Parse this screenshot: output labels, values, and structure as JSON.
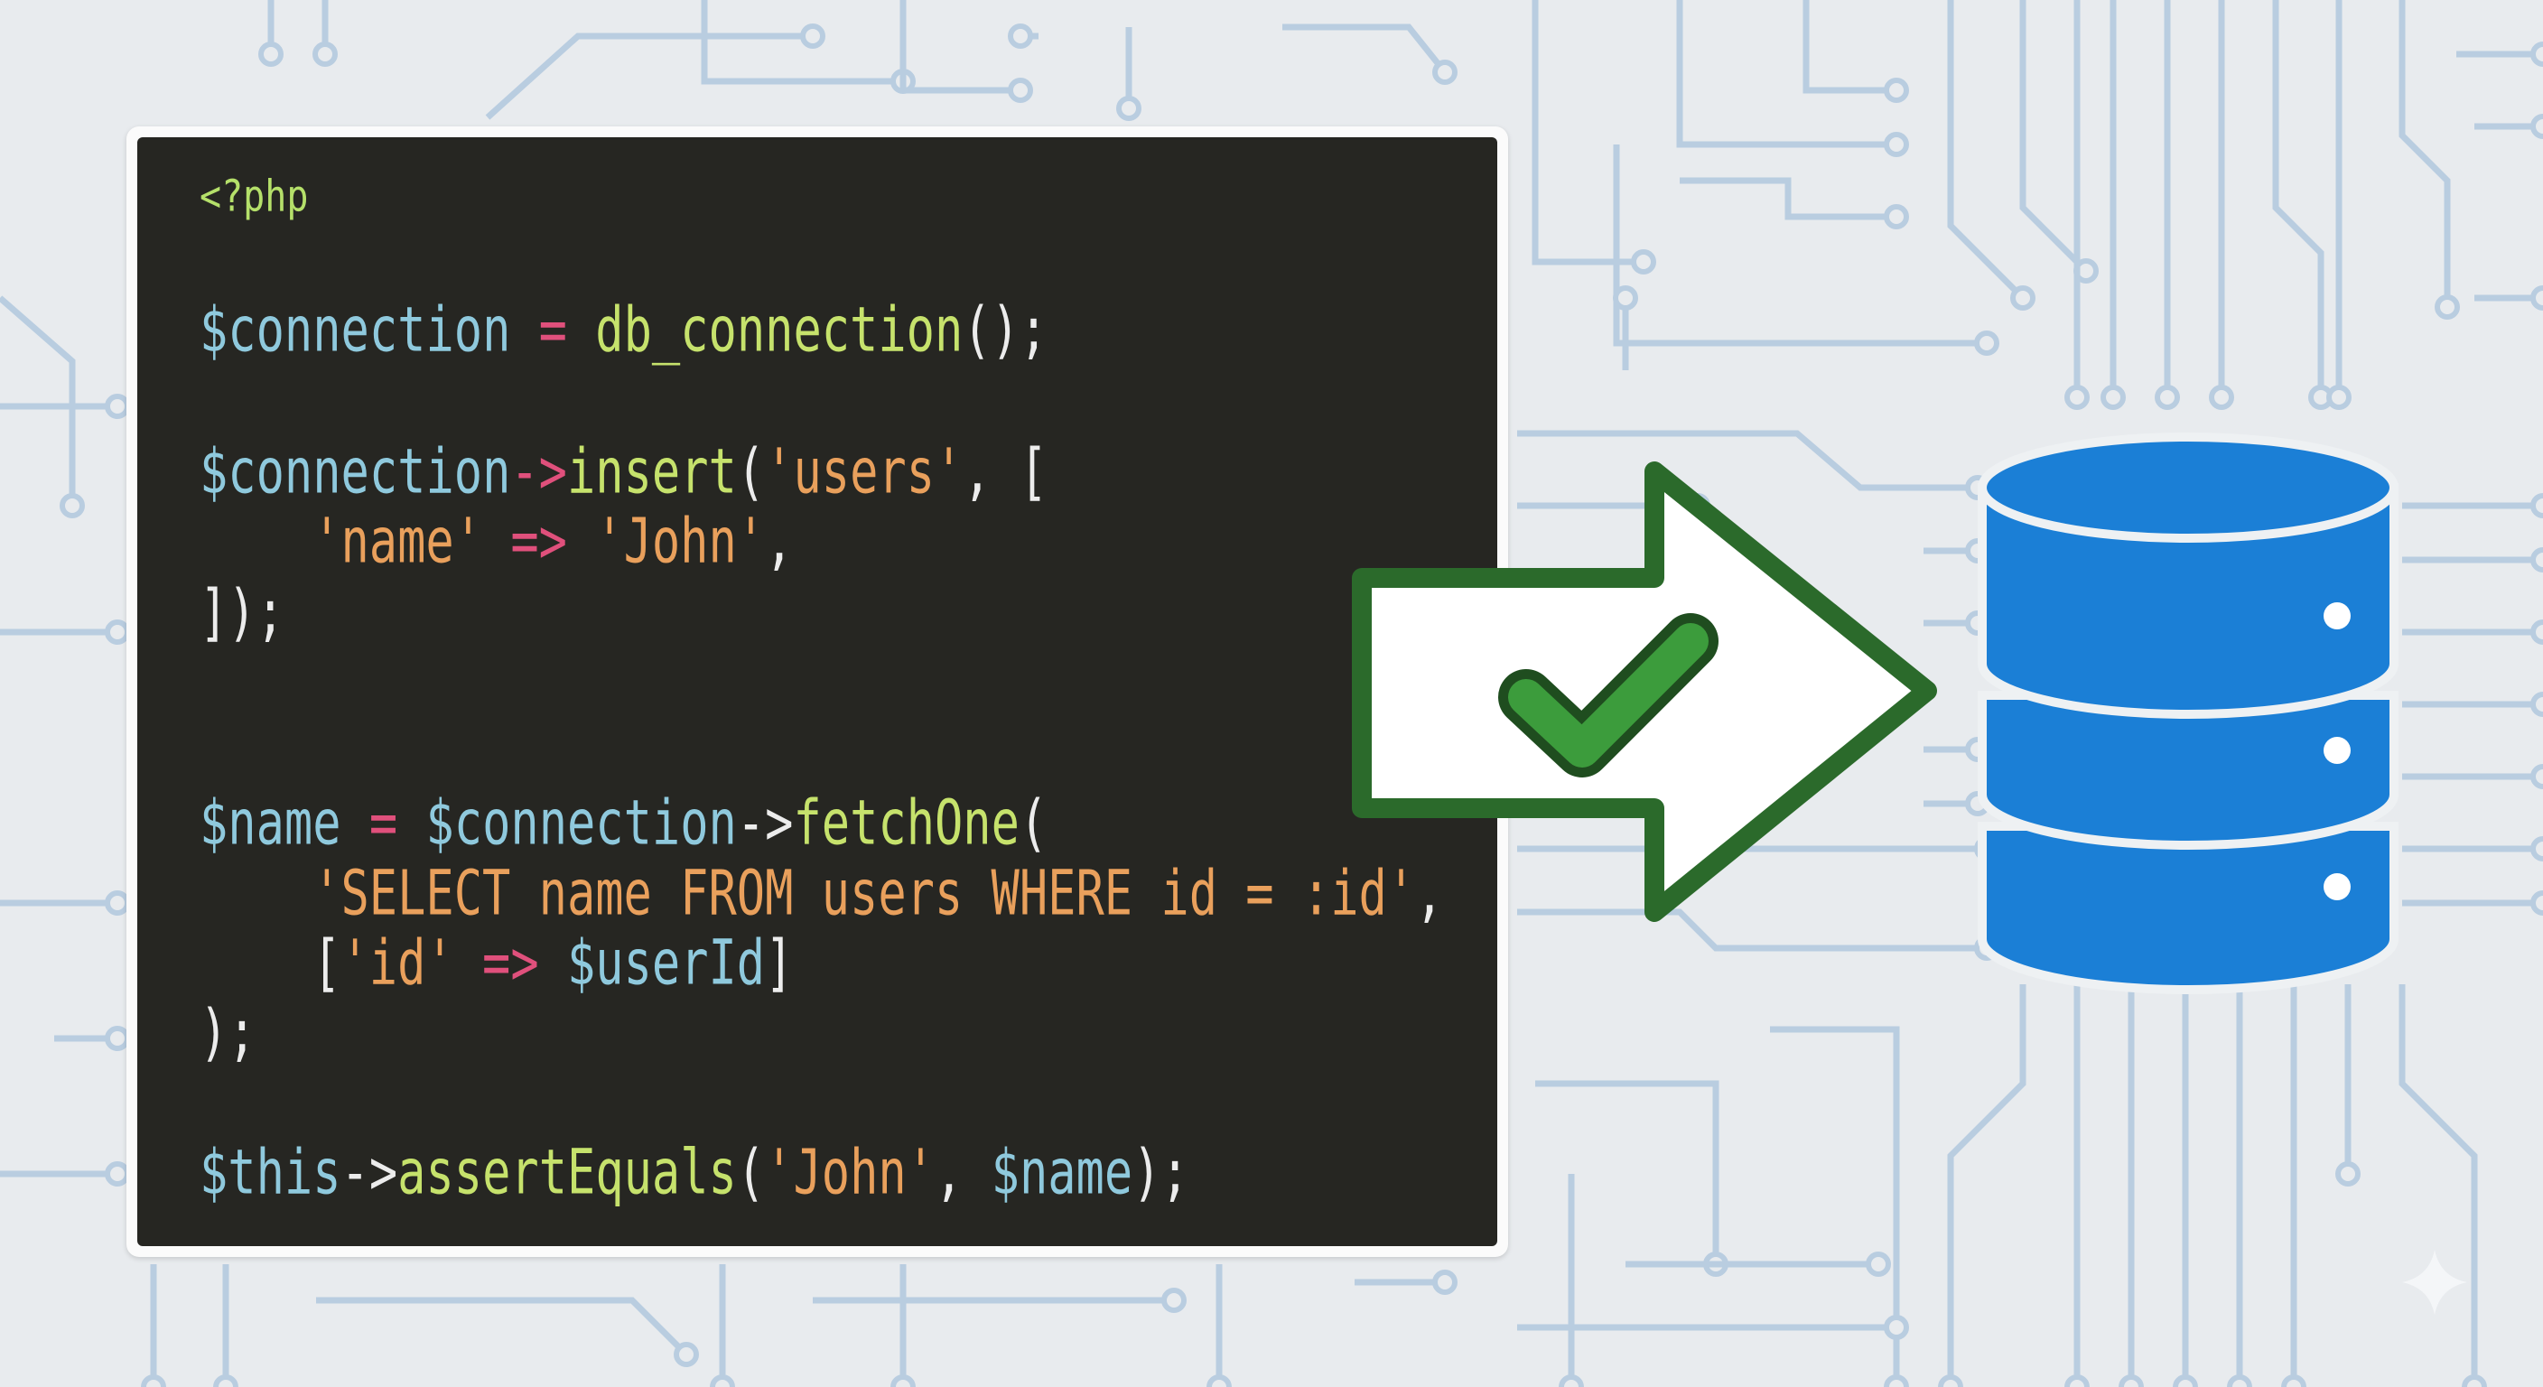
{
  "colors": {
    "background": "#e8ebee",
    "circuit": "#b9cde0",
    "editor_bg": "#262622",
    "variable": "#8fc9dd",
    "function": "#c6e26c",
    "string": "#e9a05c",
    "operator": "#e0507c",
    "punct": "#ececec",
    "tag": "#b5e06a",
    "arrow_stroke": "#2b6a2b",
    "check": "#3c9c3c",
    "database": "#1b7fd6"
  },
  "icons": {
    "arrow": "arrow-right-icon",
    "check": "checkmark-icon",
    "database": "database-icon"
  },
  "code": {
    "lines": [
      {
        "indent": 0,
        "tag": true,
        "tokens": [
          {
            "t": "<?php",
            "k": "tag"
          }
        ]
      },
      {
        "indent": 0,
        "tokens": [
          {
            "t": "$connection",
            "k": "variable"
          },
          {
            "t": " = ",
            "k": "operator"
          },
          {
            "t": "db_connection",
            "k": "function"
          },
          {
            "t": "();",
            "k": "punct"
          }
        ]
      },
      {
        "indent": 0,
        "tokens": [
          {
            "t": "$connection",
            "k": "variable"
          },
          {
            "t": "->",
            "k": "operator"
          },
          {
            "t": "insert",
            "k": "function"
          },
          {
            "t": "(",
            "k": "punct"
          },
          {
            "t": "'users'",
            "k": "string"
          },
          {
            "t": ", [",
            "k": "punct"
          }
        ]
      },
      {
        "indent": 4,
        "tokens": [
          {
            "t": "'name'",
            "k": "string"
          },
          {
            "t": " => ",
            "k": "operator"
          },
          {
            "t": "'John'",
            "k": "string"
          },
          {
            "t": ",",
            "k": "punct"
          }
        ]
      },
      {
        "indent": 0,
        "tokens": [
          {
            "t": "]);",
            "k": "punct"
          }
        ]
      },
      {
        "indent": 0,
        "tokens": [
          {
            "t": "$name",
            "k": "variable"
          },
          {
            "t": " = ",
            "k": "operator"
          },
          {
            "t": "$connection",
            "k": "variable"
          },
          {
            "t": "->",
            "k": "punct"
          },
          {
            "t": "fetchOne",
            "k": "function"
          },
          {
            "t": "(",
            "k": "punct"
          }
        ]
      },
      {
        "indent": 4,
        "tokens": [
          {
            "t": "'SELECT name FROM users WHERE id = :id'",
            "k": "string"
          },
          {
            "t": ",",
            "k": "punct"
          }
        ]
      },
      {
        "indent": 4,
        "tokens": [
          {
            "t": "[",
            "k": "punct"
          },
          {
            "t": "'id'",
            "k": "string"
          },
          {
            "t": " => ",
            "k": "operator"
          },
          {
            "t": "$userId",
            "k": "variable"
          },
          {
            "t": "]",
            "k": "punct"
          }
        ]
      },
      {
        "indent": 0,
        "tokens": [
          {
            "t": ");",
            "k": "punct"
          }
        ]
      },
      {
        "indent": 0,
        "tokens": [
          {
            "t": "$this",
            "k": "variable"
          },
          {
            "t": "->",
            "k": "punct"
          },
          {
            "t": "assertEquals",
            "k": "function"
          },
          {
            "t": "(",
            "k": "punct"
          },
          {
            "t": "'John'",
            "k": "string"
          },
          {
            "t": ", ",
            "k": "punct"
          },
          {
            "t": "$name",
            "k": "variable"
          },
          {
            "t": ");",
            "k": "punct"
          }
        ]
      }
    ]
  }
}
